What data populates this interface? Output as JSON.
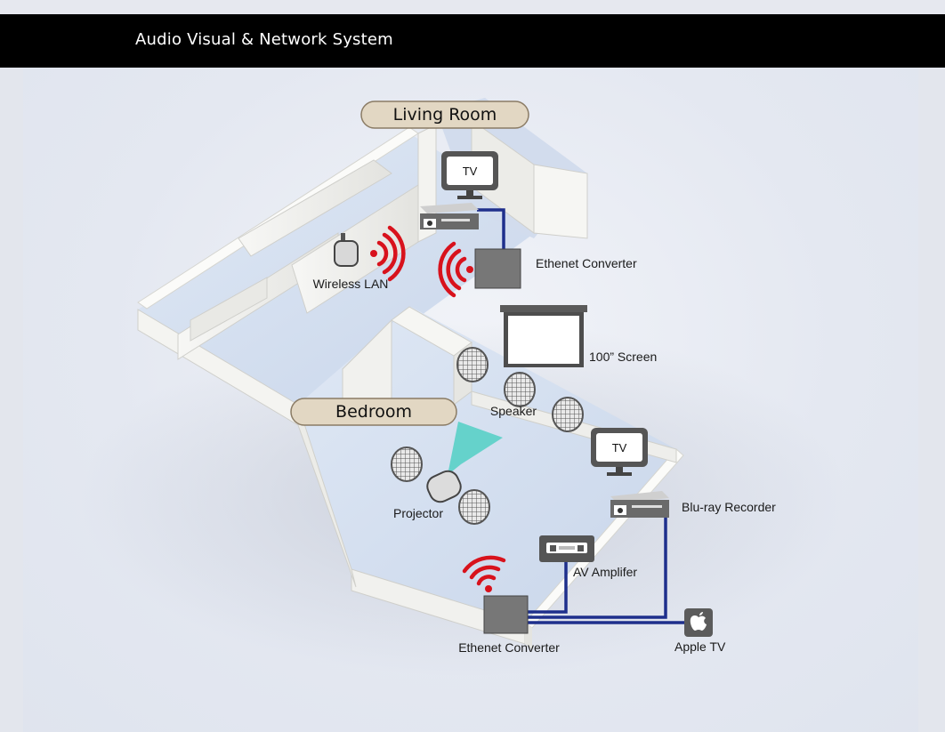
{
  "header": {
    "title": "Audio Visual & Network System"
  },
  "rooms": {
    "living": "Living Room",
    "bedroom": "Bedroom"
  },
  "labels": {
    "wireless_lan": "Wireless LAN",
    "ethernet_converter_top": "Ethenet Converter",
    "screen": "100”  Screen",
    "speaker": "Speaker",
    "projector": "Projector",
    "bluray": "Blu-ray Recorder",
    "av_amplifier": "AV Amplifer",
    "ethernet_converter_bottom": "Ethenet Converter",
    "apple_tv": "Apple TV",
    "tv_top": "TV",
    "tv_bottom": "TV"
  },
  "colors": {
    "header_bg": "#000000",
    "cable": "#1e2f8c",
    "wifi": "#d8121c",
    "device_gray": "#777777",
    "projector_beam": "#5fd1c8",
    "room_label_bg": "#e2d7c3"
  },
  "icons": [
    "tv-icon",
    "router-icon",
    "wifi-signal-icon",
    "speaker-grille-icon",
    "projector-icon",
    "screen-icon",
    "apple-icon",
    "amplifier-icon",
    "recorder-icon"
  ]
}
